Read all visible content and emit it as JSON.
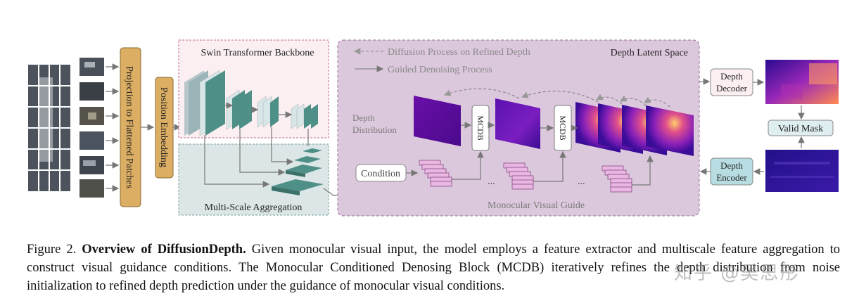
{
  "diagram": {
    "left_stage": {
      "label": "Projection to Flattened Patches"
    },
    "position_embedding": {
      "label": "Position Embedding"
    },
    "swin": {
      "title": "Swin Transformer Backbone"
    },
    "msa": {
      "title": "Multi-Scale Aggregation"
    },
    "latent": {
      "title": "Depth Latent Space"
    },
    "legend": {
      "diffusion": "Diffusion Process on Refined Depth",
      "denoising": "Guided Denoising Process"
    },
    "depth_distribution": {
      "line1": "Depth",
      "line2": "Distribution"
    },
    "condition": "Condition",
    "mcdb1": "MCDB",
    "mcdb2": "MCDB",
    "ellipsis1": "...",
    "ellipsis2": "...",
    "mvg": "Monocular Visual Guide",
    "depth_decoder": {
      "line1": "Depth",
      "line2": "Decoder"
    },
    "depth_encoder": {
      "line1": "Depth",
      "line2": "Encoder"
    },
    "valid_mask": "Valid Mask",
    "colors": {
      "projection_box": "#dcae63",
      "swin_border": "#c06b8f",
      "swin_bg": "#fbeff2",
      "msa_bg": "#dce6e6",
      "latent_bg": "#dcc8dc",
      "latent_border": "#9a6a9a",
      "teal": "#4e8f87",
      "valid_mask_bg": "#dfeef1",
      "encoder_bg": "#b7dde3"
    }
  },
  "caption": {
    "label": "Figure 2.",
    "title": "Overview of DiffusionDepth.",
    "body": "Given monocular visual input, the model employs a feature extractor and multiscale feature aggregation to construct visual guidance conditions. The Monocular Conditioned Denosing Block (MCDB) iteratively refines the depth distribution from noise initialization to refined depth prediction under the guidance of monocular visual conditions."
  },
  "watermark": "知乎 @吴思彤"
}
